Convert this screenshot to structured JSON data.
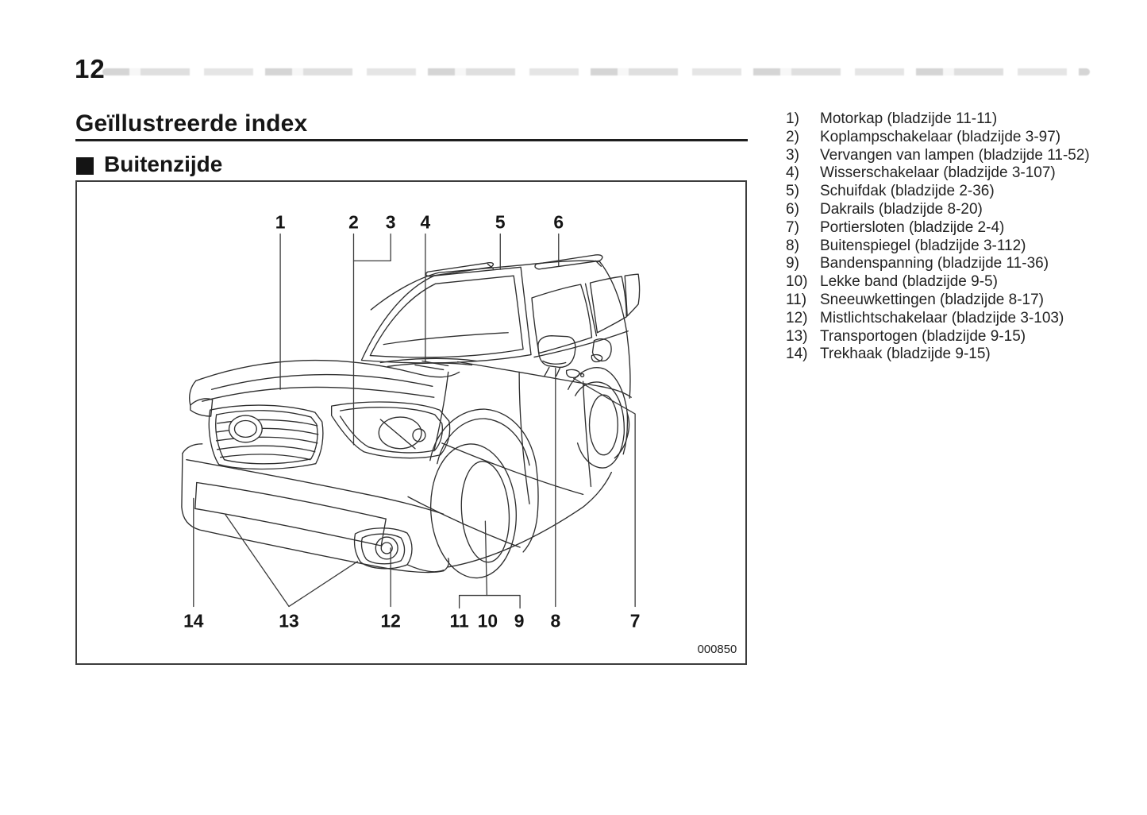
{
  "page": {
    "number": "12",
    "title": "Geïllustreerde index",
    "section_label": "Buitenzijde"
  },
  "figure": {
    "code": "000850",
    "callouts": [
      "1",
      "2",
      "3",
      "4",
      "5",
      "6",
      "7",
      "8",
      "9",
      "10",
      "11",
      "12",
      "13",
      "14"
    ]
  },
  "index_list": {
    "items": [
      {
        "num": "1)",
        "text": "Motorkap (bladzijde 11-11)"
      },
      {
        "num": "2)",
        "text": "Koplampschakelaar (bladzijde 3-97)"
      },
      {
        "num": "3)",
        "text": "Vervangen van lampen (bladzijde 11-52)"
      },
      {
        "num": "4)",
        "text": "Wisserschakelaar (bladzijde 3-107)"
      },
      {
        "num": "5)",
        "text": "Schuifdak (bladzijde 2-36)"
      },
      {
        "num": "6)",
        "text": "Dakrails (bladzijde 8-20)"
      },
      {
        "num": "7)",
        "text": "Portiersloten (bladzijde 2-4)"
      },
      {
        "num": "8)",
        "text": "Buitenspiegel (bladzijde 3-112)"
      },
      {
        "num": "9)",
        "text": "Bandenspanning (bladzijde 11-36)"
      },
      {
        "num": "10)",
        "text": "Lekke band (bladzijde 9-5)"
      },
      {
        "num": "11)",
        "text": "Sneeuwkettingen (bladzijde 8-17)"
      },
      {
        "num": "12)",
        "text": "Mistlichtschakelaar (bladzijde 3-103)"
      },
      {
        "num": "13)",
        "text": "Transportogen (bladzijde 9-15)"
      },
      {
        "num": "14)",
        "text": "Trekhaak (bladzijde 9-15)"
      }
    ]
  }
}
